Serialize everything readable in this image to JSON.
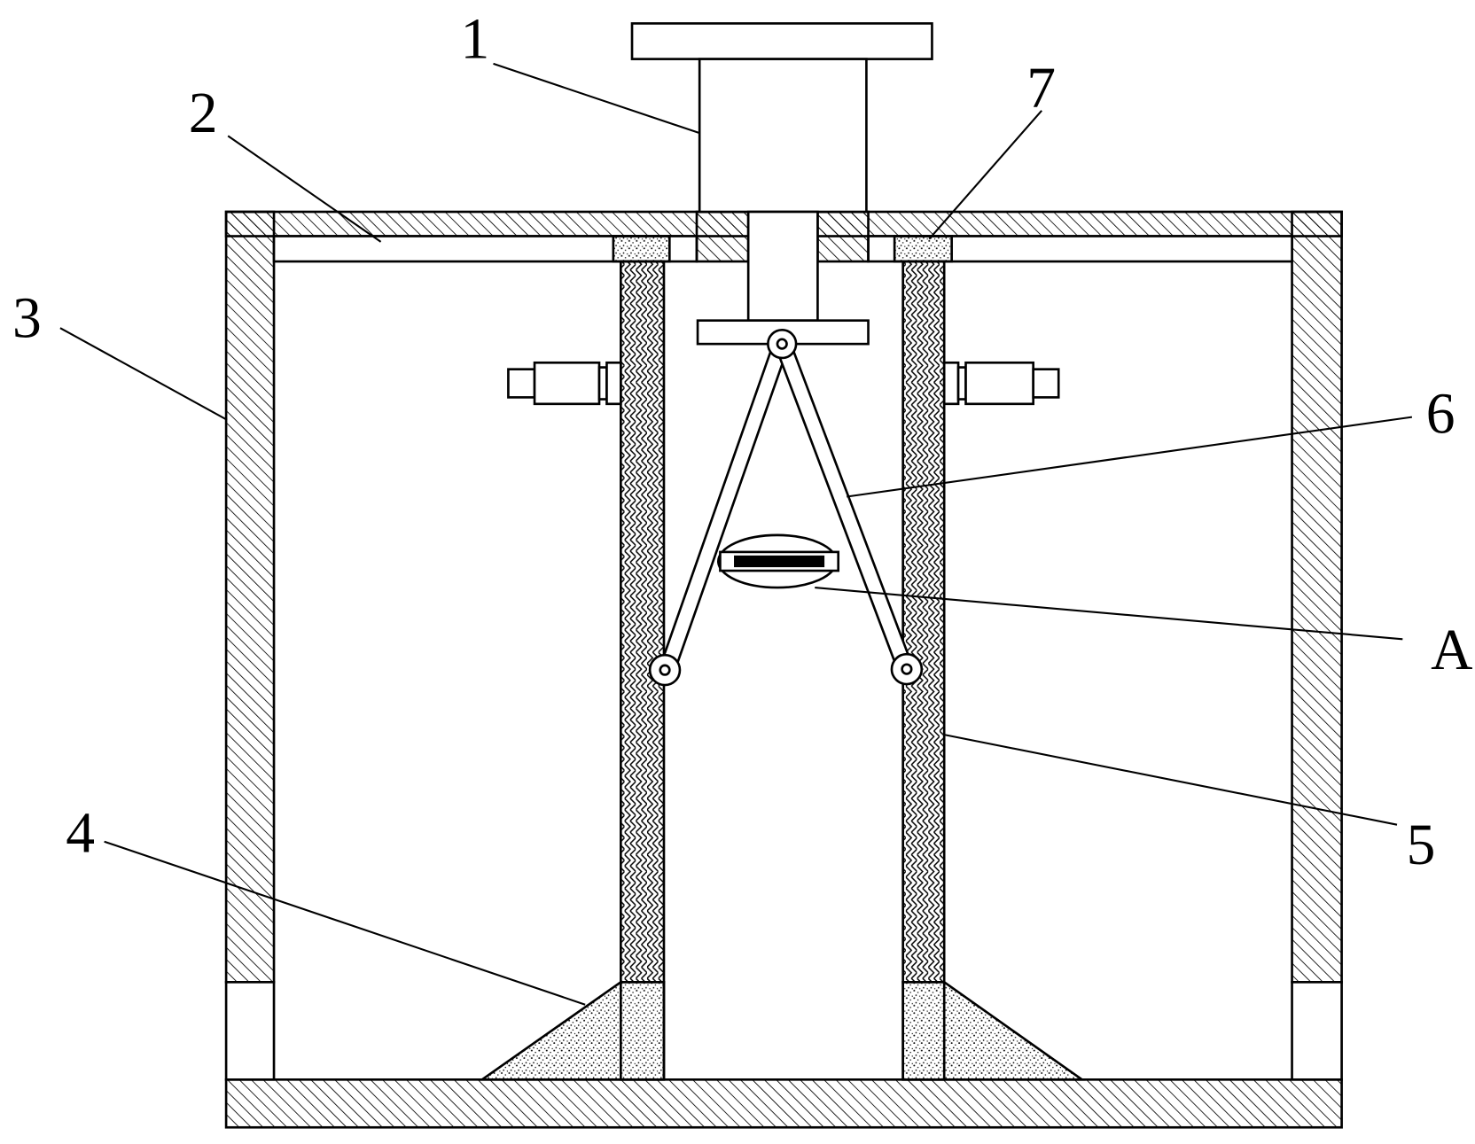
{
  "labels": {
    "l1": "1",
    "l2": "2",
    "l3": "3",
    "l4": "4",
    "l5": "5",
    "l6": "6",
    "l7": "7",
    "lA": "A"
  },
  "colors": {
    "stroke": "#000000",
    "background": "#ffffff",
    "hatch": "#000000"
  }
}
